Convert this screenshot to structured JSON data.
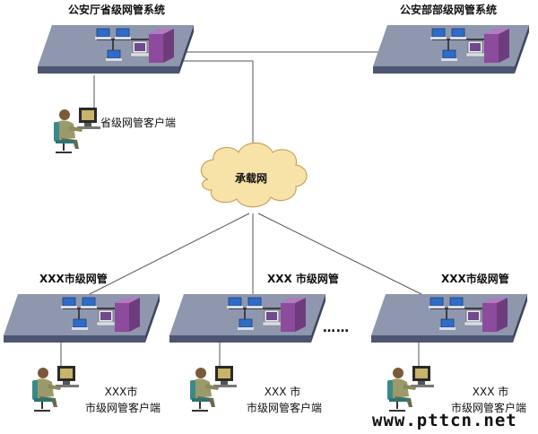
{
  "nodes": {
    "provincial_system": "公安厅省级网管系统",
    "ministry_system": "公安部部级网管系统",
    "provincial_client": "省级网管客户端",
    "bearer_network": "承载网",
    "city_system_1": "XXX市级网管",
    "city_system_2": "XXX 市级网管",
    "city_system_3": "XXX市级网管",
    "ellipsis": "……",
    "city_client_2_line1": "XXX市",
    "city_client_2_line2": "市级网管客户端",
    "city_client_3_line1": "XXX 市",
    "city_client_3_line2": "市级网管客户端",
    "city_client_4_line1": "XXX 市",
    "city_client_4_line2": "市级网管客户端"
  },
  "watermark": "www.pttcn.net",
  "colors": {
    "platform_top": "#8e97ad",
    "platform_front": "#4c5672",
    "server_purple": "#8c4b9c",
    "monitor_blue": "#2f6cc8",
    "cloud_fill": "#f7e3a8",
    "cloud_stroke": "#c9a35a",
    "link_line": "#555555",
    "person_shirt": "#9a9a6a",
    "chair": "#3a8a8a"
  },
  "icons": [
    "network-platform-icon",
    "server-icon",
    "workstation-icon",
    "operator-icon",
    "cloud-icon"
  ]
}
